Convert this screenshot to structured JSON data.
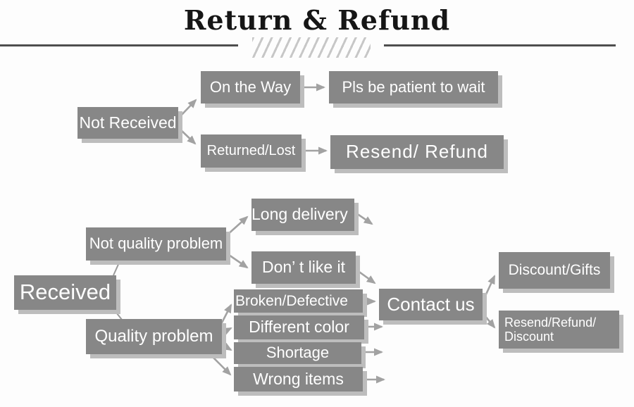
{
  "title": "Return & Refund",
  "colors": {
    "box_fill": "#878787",
    "box_shadow": "#bdbdbd",
    "box_text": "#ffffff",
    "arrow": "#a2a2a2",
    "title_text": "#161616",
    "rule": "#4e4e4e",
    "hatch": "#c7c7c7",
    "background": "#fdfdfd"
  },
  "nodes": {
    "not_received": {
      "label": "Not Received"
    },
    "on_the_way": {
      "label": "On the Way"
    },
    "pls_be_patient": {
      "label": "Pls be patient to wait"
    },
    "returned_lost": {
      "label": "Returned/Lost"
    },
    "resend_refund": {
      "label": "Resend/ Refund"
    },
    "received": {
      "label": "Received"
    },
    "not_quality_problem": {
      "label": "Not quality problem"
    },
    "quality_problem": {
      "label": "Quality problem"
    },
    "long_delivery": {
      "label": "Long delivery"
    },
    "dont_like_it": {
      "label": "Don’ t like it"
    },
    "broken_defective": {
      "label": "Broken/Defective"
    },
    "different_color": {
      "label": "Different color"
    },
    "shortage": {
      "label": "Shortage"
    },
    "wrong_items": {
      "label": "Wrong items"
    },
    "contact_us": {
      "label": "Contact us"
    },
    "discount_gifts": {
      "label": "Discount/Gifts"
    },
    "resend_refund_discount": {
      "label": "Resend/Refund/\nDiscount"
    }
  },
  "edges": [
    {
      "from": "not_received",
      "to": "on_the_way",
      "arrow": true
    },
    {
      "from": "not_received",
      "to": "returned_lost",
      "arrow": true
    },
    {
      "from": "on_the_way",
      "to": "pls_be_patient",
      "arrow": true
    },
    {
      "from": "returned_lost",
      "to": "resend_refund",
      "arrow": true
    },
    {
      "from": "received",
      "to": "not_quality_problem",
      "arrow": false
    },
    {
      "from": "received",
      "to": "quality_problem",
      "arrow": false
    },
    {
      "from": "not_quality_problem",
      "to": "long_delivery",
      "arrow": true
    },
    {
      "from": "not_quality_problem",
      "to": "dont_like_it",
      "arrow": true
    },
    {
      "from": "long_delivery",
      "to": "contact_us",
      "arrow": true
    },
    {
      "from": "dont_like_it",
      "to": "contact_us",
      "arrow": true
    },
    {
      "from": "broken_defective",
      "to": "contact_us",
      "arrow": true
    },
    {
      "from": "different_color",
      "to": "contact_us",
      "arrow": true
    },
    {
      "from": "shortage",
      "to": "contact_us",
      "arrow": true
    },
    {
      "from": "wrong_items",
      "to": "contact_us",
      "arrow": true
    },
    {
      "from": "quality_problem",
      "to": "broken_defective",
      "arrow": true
    },
    {
      "from": "quality_problem",
      "to": "different_color",
      "arrow": true
    },
    {
      "from": "quality_problem",
      "to": "shortage",
      "arrow": true
    },
    {
      "from": "quality_problem",
      "to": "wrong_items",
      "arrow": true
    },
    {
      "from": "contact_us",
      "to": "discount_gifts",
      "arrow": true
    },
    {
      "from": "contact_us",
      "to": "resend_refund_discount",
      "arrow": true
    }
  ]
}
